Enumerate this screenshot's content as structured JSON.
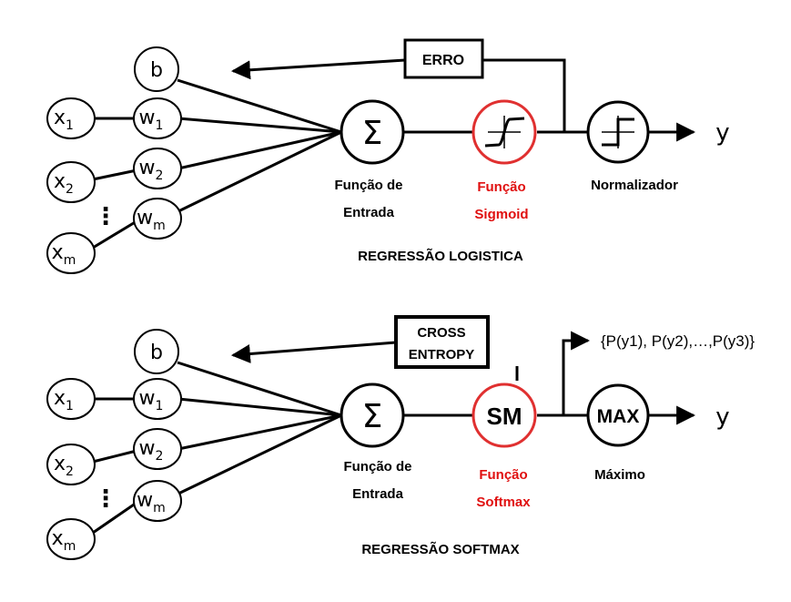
{
  "top": {
    "title": "REGRESSÃO LOGISTICA",
    "bias": "b",
    "inputs": [
      {
        "base": "x",
        "sub": "1"
      },
      {
        "base": "x",
        "sub": "2"
      },
      {
        "base": "x",
        "sub": "m"
      }
    ],
    "weights": [
      {
        "base": "w",
        "sub": "1"
      },
      {
        "base": "w",
        "sub": "2"
      },
      {
        "base": "w",
        "sub": "m"
      }
    ],
    "sum_symbol": "Σ",
    "input_fn_label": [
      "Função de",
      "Entrada"
    ],
    "activation_label": [
      "Função",
      "Sigmoid"
    ],
    "normalizer_label": "Normalizador",
    "error_box": "ERRO",
    "output": "y",
    "ellipsis": "⋮"
  },
  "bottom": {
    "title": "REGRESSÃO SOFTMAX",
    "bias": "b",
    "inputs": [
      {
        "base": "x",
        "sub": "1"
      },
      {
        "base": "x",
        "sub": "2"
      },
      {
        "base": "x",
        "sub": "m"
      }
    ],
    "weights": [
      {
        "base": "w",
        "sub": "1"
      },
      {
        "base": "w",
        "sub": "2"
      },
      {
        "base": "w",
        "sub": "m"
      }
    ],
    "sum_symbol": "Σ",
    "softmax_symbol": "SM",
    "max_symbol": "MAX",
    "input_fn_label": [
      "Função de",
      "Entrada"
    ],
    "activation_label": [
      "Função",
      "Softmax"
    ],
    "max_label": "Máximo",
    "loss_box": [
      "CROSS",
      "ENTROPY"
    ],
    "prob_set": "{P(y1), P(y2),…,P(y3)}",
    "output": "y",
    "ellipsis": "⋮"
  },
  "colors": {
    "stroke": "#000000",
    "accent": "#e03030",
    "accent_text": "#e01010"
  }
}
